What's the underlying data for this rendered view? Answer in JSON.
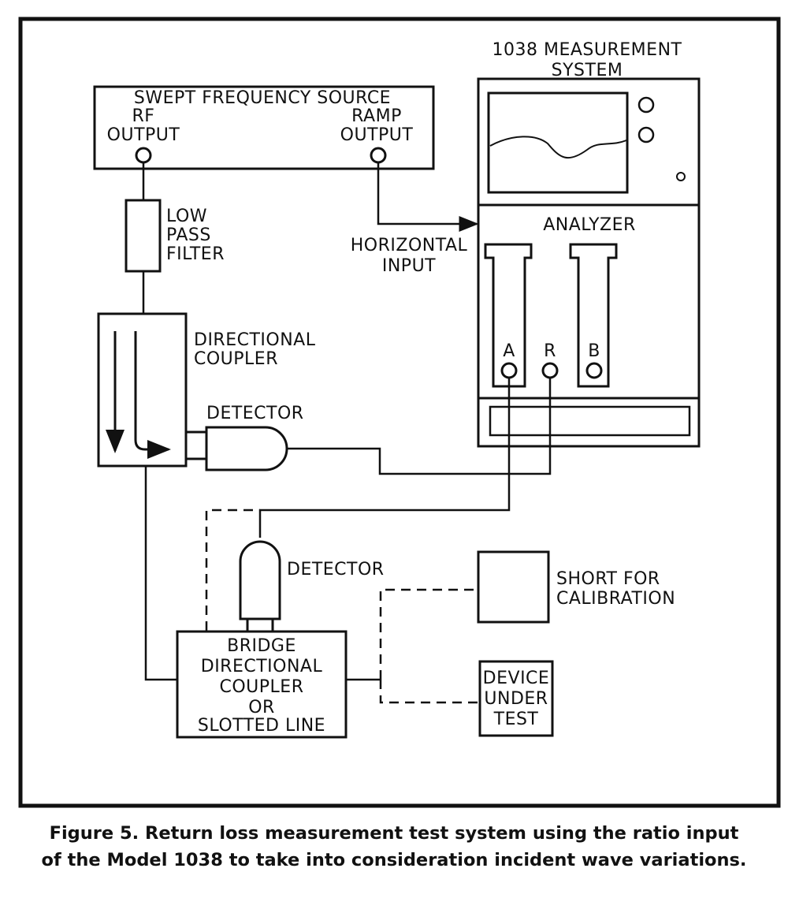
{
  "diagram": {
    "system_title_line1": "1038 MEASUREMENT",
    "system_title_line2": "SYSTEM",
    "source_title": "SWEPT FREQUENCY SOURCE",
    "rf_line1": "RF",
    "rf_line2": "OUTPUT",
    "ramp_line1": "RAMP",
    "ramp_line2": "OUTPUT",
    "lpf_line1": "LOW",
    "lpf_line2": "PASS",
    "lpf_line3": "FILTER",
    "horiz_line1": "HORIZONTAL",
    "horiz_line2": "INPUT",
    "analyzer": "ANALYZER",
    "port_a": "A",
    "port_r": "R",
    "port_b": "B",
    "dircoupler_line1": "DIRECTIONAL",
    "dircoupler_line2": "COUPLER",
    "detector1": "DETECTOR",
    "detector2": "DETECTOR",
    "bridge_line1": "BRIDGE",
    "bridge_line2": "DIRECTIONAL",
    "bridge_line3": "COUPLER",
    "bridge_line4": "OR",
    "bridge_line5": "SLOTTED LINE",
    "short_line1": "SHORT FOR",
    "short_line2": "CALIBRATION",
    "dut_line1": "DEVICE",
    "dut_line2": "UNDER",
    "dut_line3": "TEST"
  },
  "caption": {
    "line1": "Figure 5.  Return loss measurement test system using the ratio input",
    "line2": "of the Model 1038 to take into consideration incident wave variations."
  }
}
